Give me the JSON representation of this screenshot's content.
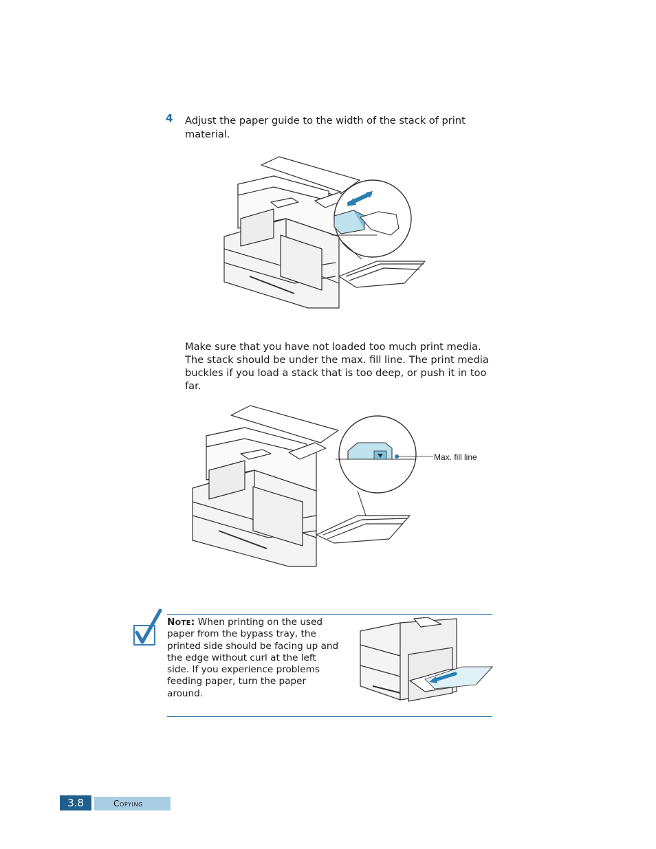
{
  "step": {
    "number": "4",
    "text": "Adjust the paper guide to the width of the stack of print material."
  },
  "figure2": {
    "paragraph": "Make sure that you have not loaded too much print media. The stack should be under the max. fill line. The print media buckles if you load a stack that is too deep, or push it in too far.",
    "callout_label": "Max. fill line"
  },
  "note": {
    "label": "Note:",
    "text": "When printing on the used paper from the bypass tray, the printed side should be facing up and the edge without curl at the left side. If you experience problems feeding paper, turn the paper around.",
    "icon": "checkmark-pencil-icon"
  },
  "footer": {
    "page_number": "3.8",
    "section": "Copying",
    "accent_color": "#1f5f8e",
    "section_color": "#a9cde3"
  },
  "colors": {
    "heading_blue": "#1f6fa6",
    "illustration_blue": "#bfe2ef"
  }
}
